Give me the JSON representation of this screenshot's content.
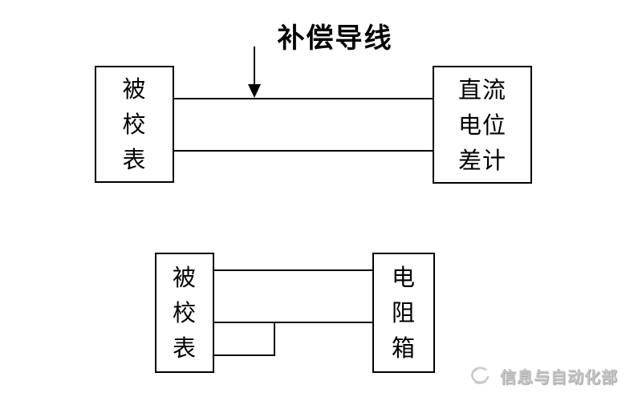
{
  "title": {
    "text": "补偿导线"
  },
  "top_diagram": {
    "left_box": {
      "label": "被\n校\n表"
    },
    "right_box": {
      "label": "直流\n电位\n差计"
    }
  },
  "bottom_diagram": {
    "left_box": {
      "label": "被\n校\n表"
    },
    "right_box": {
      "label": "电\n阻\n箱"
    }
  },
  "watermark": {
    "text": "信息与自动化部",
    "icon": "swirl-logo"
  },
  "colors": {
    "background": "#ffffff",
    "line": "#000000",
    "text": "#000000",
    "watermark_text": "#c6c6c6"
  }
}
